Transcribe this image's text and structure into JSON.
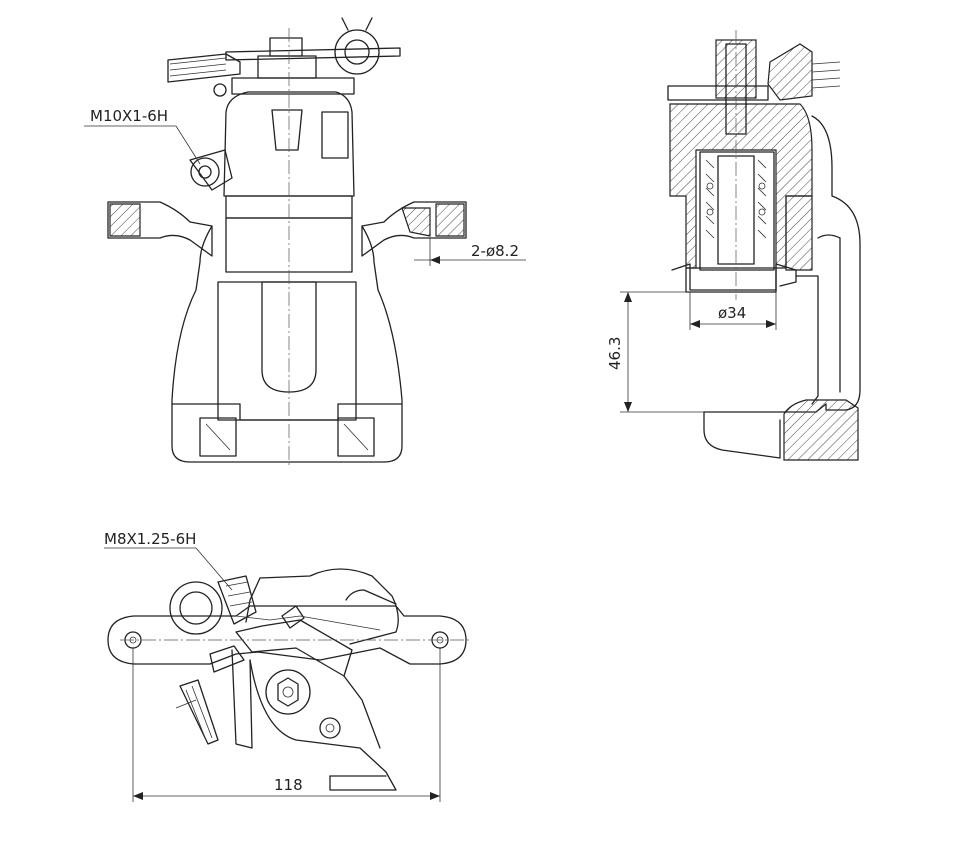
{
  "labels": {
    "thread_front": "M10X1-6H",
    "hole_spec": "2-ø8.2",
    "thread_top": "M8X1.25-6H",
    "piston_dia": "ø34",
    "height_dim": "46.3",
    "width_dim": "118"
  }
}
